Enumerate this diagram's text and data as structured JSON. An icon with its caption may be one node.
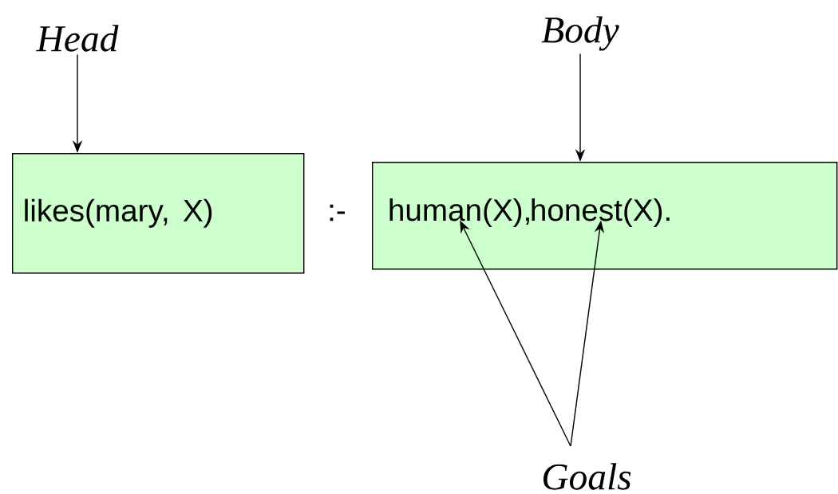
{
  "diagram": {
    "nodes": [
      {
        "text": [
          "Head"
        ]
      },
      {
        "text": [
          "Body"
        ]
      },
      {
        "text": [
          "likes(mary, X)"
        ]
      },
      {
        "text": [],
        "shape": "box"
      },
      {
        "text": [
          "human(X),"
        ],
        "in": 3
      },
      {
        "text": [
          "honest(X)."
        ],
        "in": 3
      },
      {
        "text": [
          "Goals"
        ]
      }
    ],
    "edges": [
      {
        "from": 0,
        "to": 2,
        "arrow": "to"
      },
      {
        "from": 1,
        "to": 3,
        "arrow": "to"
      },
      {
        "from": 6,
        "to": 4,
        "arrow": "to"
      },
      {
        "from": 6,
        "to": 5,
        "arrow": "to"
      }
    ],
    "labels": [
      ":-"
    ]
  }
}
